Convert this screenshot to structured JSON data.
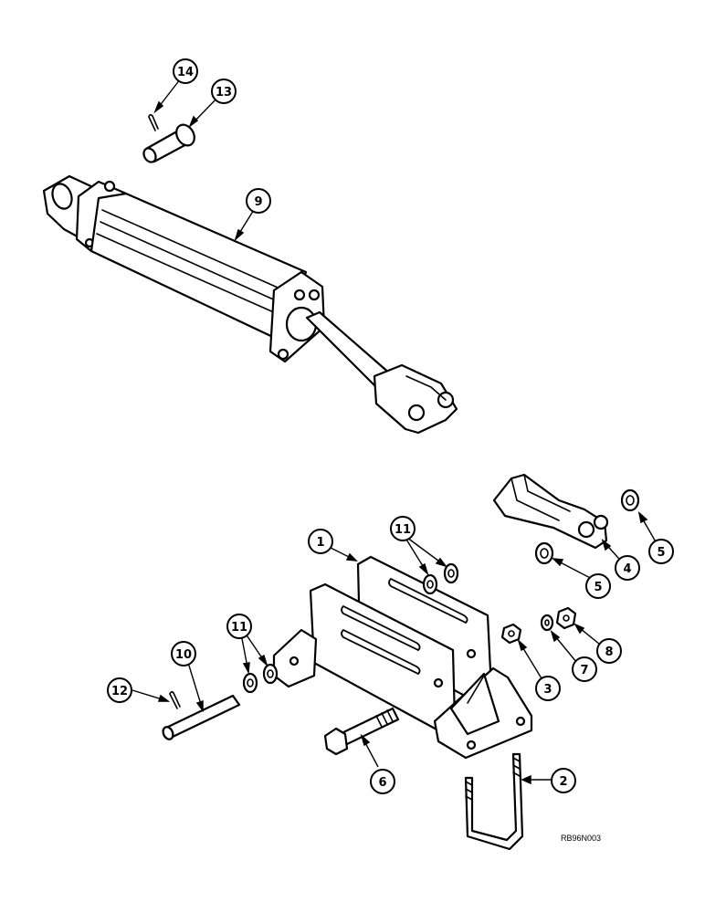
{
  "diagram": {
    "callouts": [
      {
        "id": "c14",
        "label": "14"
      },
      {
        "id": "c13",
        "label": "13"
      },
      {
        "id": "c9",
        "label": "9"
      },
      {
        "id": "c1",
        "label": "1"
      },
      {
        "id": "c11a",
        "label": "11"
      },
      {
        "id": "c5a",
        "label": "5"
      },
      {
        "id": "c4",
        "label": "4"
      },
      {
        "id": "c5b",
        "label": "5"
      },
      {
        "id": "c11b",
        "label": "11"
      },
      {
        "id": "c10",
        "label": "10"
      },
      {
        "id": "c12",
        "label": "12"
      },
      {
        "id": "c3",
        "label": "3"
      },
      {
        "id": "c7",
        "label": "7"
      },
      {
        "id": "c8",
        "label": "8"
      },
      {
        "id": "c6",
        "label": "6"
      },
      {
        "id": "c2",
        "label": "2"
      }
    ],
    "figure_code": "RB96N003"
  }
}
